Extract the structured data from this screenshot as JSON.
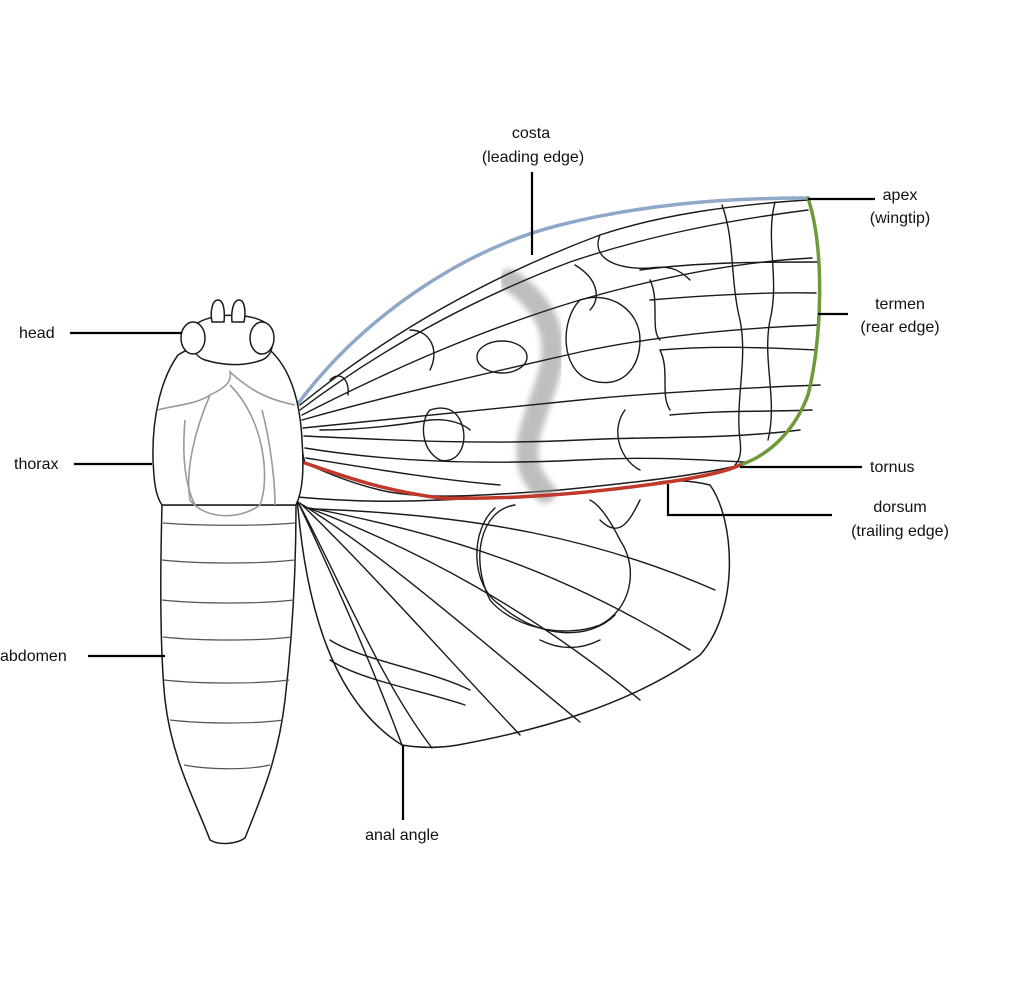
{
  "labels": {
    "head": "head",
    "thorax": "thorax",
    "abdomen": "abdomen",
    "costa_line1": "costa",
    "costa_line2": "(leading edge)",
    "apex_line1": "apex",
    "apex_line2": "(wingtip)",
    "termen_line1": "termen",
    "termen_line2": "(rear edge)",
    "tornus": "tornus",
    "dorsum_line1": "dorsum",
    "dorsum_line2": "(trailing edge)",
    "anal_angle": "anal angle"
  },
  "colors": {
    "costa": "#8fa8c8",
    "termen": "#6e9a3a",
    "dorsum": "#c0392b",
    "outline": "#1a1a1a",
    "smudge": "#8a8a8a"
  }
}
